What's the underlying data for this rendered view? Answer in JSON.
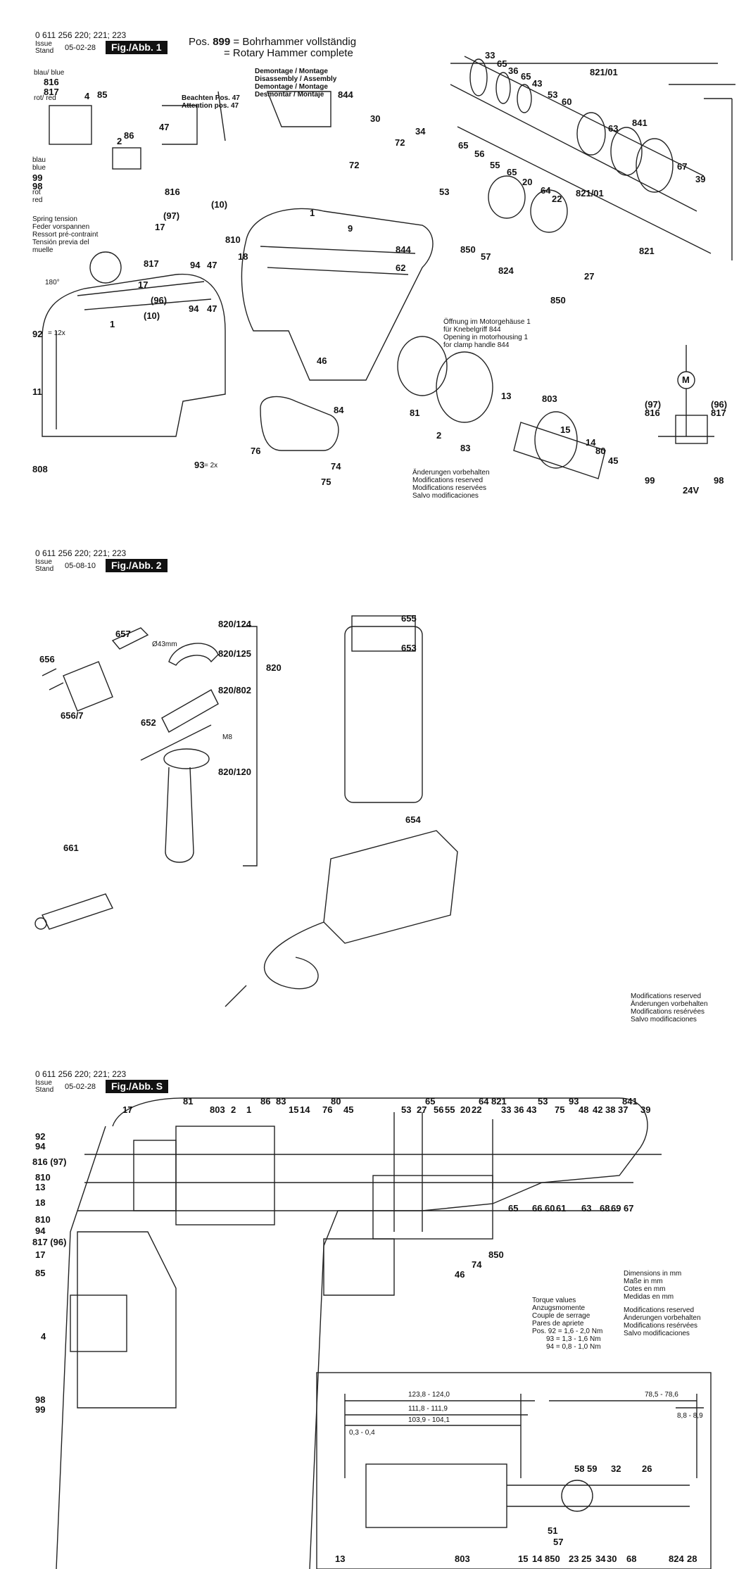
{
  "sheet1": {
    "doc_number": "0 611 256 220; 221; 223",
    "issue_label": "Issue\nStand",
    "issue_date": "05-02-28",
    "figure_label": "Fig./Abb. 1",
    "pos_prefix": "Pos.",
    "pos_number": "899",
    "pos_text_de": "= Bohrhammer vollständig",
    "pos_text_en": "= Rotary Hammer complete",
    "note_switch_colors": "blau/ blue",
    "note_rot": "rot/ red",
    "note_blue_group": "blau\nblue",
    "note_red_group": "rot\nred",
    "note_attention": "Beachten Pos. 47\nAttention pos. 47",
    "note_disassembly": "Demontage / Montage\nDisassembly / Assembly\nDemontage / Montage\nDesmontar / Montaje",
    "note_spring": "Spring tension\nFeder vorspannen\nRessort pré-contraint\nTensión previa del\nmuelle",
    "note_angle": "180°",
    "note_opening": "Öffnung im Motorgehäuse 1\nfür Knebelgriff 844\nOpening in motorhousing 1\nfor clamp handle 844",
    "note_changes": "Änderungen vorbehalten\nModifications reserved\nModifications reservées\nSalvo modificaciones",
    "voltage": "24V",
    "motor_symbol": "M",
    "torque_bolt": "= 12x",
    "torque_screw": "= 2x",
    "labels": [
      "33",
      "65",
      "36",
      "65",
      "43",
      "53",
      "60",
      "63",
      "841",
      "821/01",
      "67",
      "39",
      "30",
      "72",
      "34",
      "72",
      "65",
      "56",
      "55",
      "65",
      "20",
      "64",
      "22",
      "821/01",
      "53",
      "850",
      "57",
      "824",
      "850",
      "821",
      "27",
      "844",
      "62",
      "9",
      "1",
      "18",
      "816",
      "(97)",
      "(10)",
      "17",
      "810",
      "94",
      "47",
      "817",
      "(96)",
      "(10)",
      "17",
      "94",
      "47",
      "92",
      "1",
      "11",
      "808",
      "93",
      "85",
      "86",
      "4",
      "816",
      "817",
      "99",
      "98",
      "2",
      "47",
      "844",
      "76",
      "75",
      "74",
      "84",
      "46",
      "81",
      "83",
      "2",
      "13",
      "803",
      "15",
      "14",
      "80",
      "45",
      "816",
      "817",
      "(97)",
      "(96)",
      "99",
      "98"
    ]
  },
  "sheet2": {
    "doc_number": "0 611 256 220; 221; 223",
    "issue_label": "Issue\nStand",
    "issue_date": "05-08-10",
    "figure_label": "Fig./Abb. 2",
    "labels": [
      "657",
      "656",
      "656/7",
      "820/124",
      "Ø43mm",
      "820/125",
      "820",
      "820/802",
      "652",
      "M8",
      "820/120",
      "655",
      "653",
      "654",
      "661"
    ],
    "note_modifications": "Modifications reserved\nÄnderungen vorbehalten\nModifications resérvées\nSalvo modificaciones"
  },
  "sheetS": {
    "doc_number": "0 611 256 220; 221; 223",
    "issue_label": "Issue\nStand",
    "issue_date": "05-02-28",
    "figure_label": "Fig./Abb. S",
    "top_labels": [
      "17",
      "81",
      "803",
      "2",
      "1",
      "86",
      "83",
      "15",
      "14",
      "80",
      "76",
      "45",
      "53",
      "27",
      "65",
      "56",
      "55",
      "20",
      "22",
      "64",
      "821",
      "33",
      "36",
      "43",
      "53",
      "75",
      "93",
      "48",
      "42",
      "38",
      "37",
      "841",
      "39"
    ],
    "left_labels": [
      "92",
      "94",
      "816 (97)",
      "810",
      "13",
      "18",
      "810",
      "94",
      "817 (96)",
      "17",
      "85",
      "4",
      "98",
      "99"
    ],
    "mid_labels": [
      "65",
      "66",
      "60",
      "61",
      "63",
      "68",
      "69",
      "67",
      "46",
      "74",
      "850"
    ],
    "dimensions_note": "Dimensions in mm\nMaße in mm\nCotes en mm\nMedidas en mm",
    "modifications_note": "Modifications reserved\nÄnderungen vorbehalten\nModifications resérvées\nSalvo modificaciones",
    "torque_title": "Torque values\nAnzugsmomente\nCouple de serrage\nPares de apriete",
    "torque_values": [
      "Pos. 92 = 1,6 - 2,0 Nm",
      "93 = 1,3 - 1,6 Nm",
      "94 = 0,8 - 1,0 Nm"
    ],
    "dimensions": [
      "123,8 - 124,0",
      "111,8 - 111,9",
      "103,9 - 104,1",
      "0,3 - 0,4",
      "78,5 - 78,6",
      "8,8 - 8,9"
    ],
    "detail_labels": [
      "58",
      "59",
      "32",
      "26",
      "51",
      "57",
      "13",
      "803",
      "15",
      "14",
      "850",
      "23",
      "25",
      "34",
      "30",
      "68",
      "824",
      "28"
    ]
  }
}
